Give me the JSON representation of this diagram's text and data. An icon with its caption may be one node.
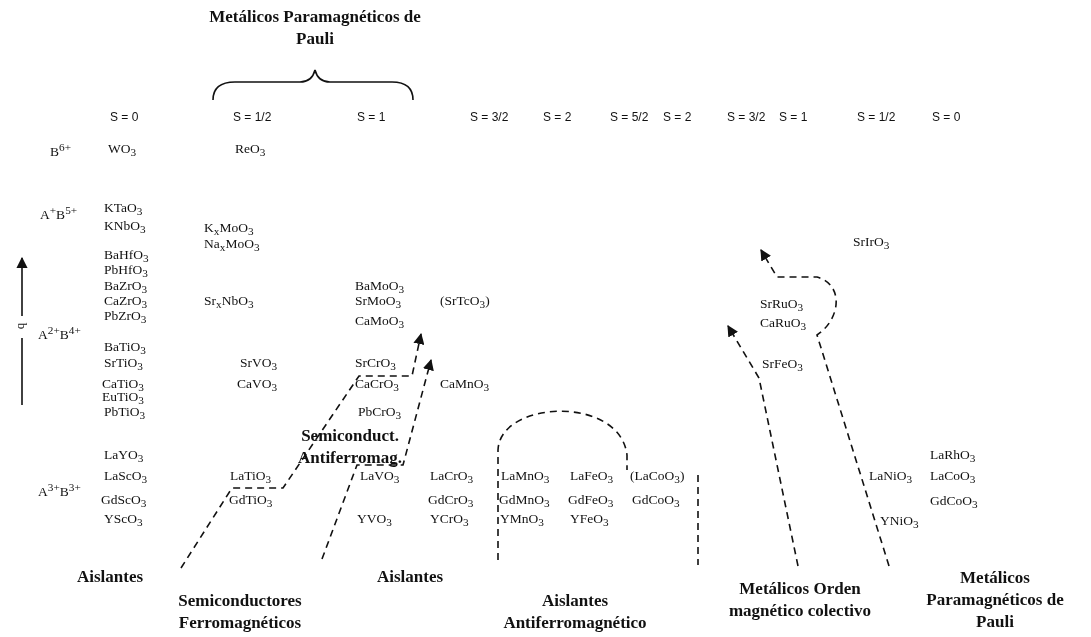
{
  "diagram": {
    "labels": [
      "Metálicos Paramagnéticos de Pauli",
      "S = 0",
      "S = 1/2",
      "S = 1",
      "S = 3/2",
      "S = 2",
      "S = 5/2",
      "S = 2",
      "S = 3/2",
      "S = 1",
      "S = 1/2",
      "S = 0",
      "B$^{6+}$",
      "WO$_{3}$",
      "ReO$_{3}$",
      "A$^{+}$B$^{5+}$",
      "KTaO$_{3}$",
      "KNbO$_{3}$",
      "K$_{x}$MoO$_{3}$",
      "Na$_{x}$MoO$_{3}$",
      "SrIrO$_{3}$",
      "BaHfO$_{3}$",
      "PbHfO$_{3}$",
      "BaZrO$_{3}$",
      "BaMoO$_{3}$",
      "CaZrO$_{3}$",
      "Sr$_{x}$NbO$_{3}$",
      "SrMoO$_{3}$",
      "(SrTcO$_{3}$)",
      "SrRuO$_{3}$",
      "PbZrO$_{3}$",
      "CaMoO$_{3}$",
      "CaRuO$_{3}$",
      "b",
      "A$^{2+}$B$^{4+}$",
      "BaTiO$_{3}$",
      "SrTiO$_{3}$",
      "SrVO$_{3}$",
      "SrCrO$_{3}$",
      "SrFeO$_{3}$",
      "CaTiO$_{3}$",
      "CaVO$_{3}$",
      "CaCrO$_{3}$",
      "CaMnO$_{3}$",
      "EuTiO$_{3}$",
      "PbTiO$_{3}$",
      "PbCrO$_{3}$",
      "Semiconduct. Antiferromag.",
      "LaYO$_{3}$",
      "LaRhO$_{3}$",
      "LaScO$_{3}$",
      "LaTiO$_{3}$",
      "LaVO$_{3}$",
      "LaCrO$_{3}$",
      "LaMnO$_{3}$",
      "LaFeO$_{3}$",
      "(LaCoO$_{3}$)",
      "LaNiO$_{3}$",
      "LaCoO$_{3}$",
      "A$^{3+}$B$^{3+}$",
      "GdScO$_{3}$",
      "GdTiO$_{3}$",
      "GdCrO$_{3}$",
      "GdMnO$_{3}$",
      "GdFeO$_{3}$",
      "GdCoO$_{3}$",
      "GdCoO$_{3}$",
      "YScO$_{3}$",
      "YVO$_{3}$",
      "YCrO$_{3}$",
      "YMnO$_{3}$",
      "YFeO$_{3}$",
      "YNiO$_{3}$",
      "Aislantes",
      "Aislantes",
      "Metálicos Orden magnético colectivo",
      "Metálicos Paramagnéticos de Pauli",
      "Semiconductores Ferromagnéticos",
      "Aislantes Antiferromagnético"
    ]
  }
}
